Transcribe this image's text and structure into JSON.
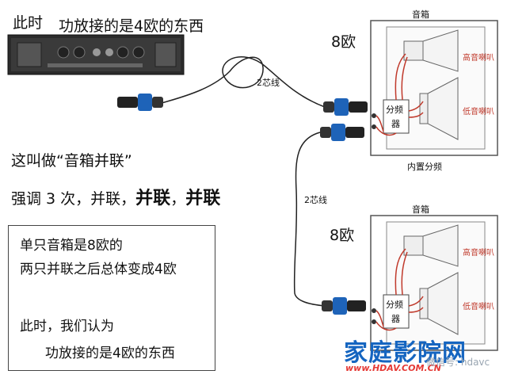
{
  "header": {
    "prefix": "此时",
    "title": "功放接的是4欧的东西"
  },
  "cable_top_label": "2芯线",
  "cable_mid_label": "2芯线",
  "statement": "这叫做“音箱并联”",
  "emphasis": {
    "lead": "强调 3 次，并联，",
    "bold1": "并联",
    "comma": "，",
    "bold2": "并联"
  },
  "speaker_top": {
    "ohm": "8欧",
    "title": "音箱",
    "tweeter": "高音喇叭",
    "woofer": "低音喇叭",
    "crossover_line1": "分频",
    "crossover_line2": "器",
    "caption": "内置分频"
  },
  "speaker_bottom": {
    "ohm": "8欧",
    "title": "音箱",
    "tweeter": "高音喇叭",
    "woofer": "低音喇叭",
    "crossover_line1": "分频",
    "crossover_line2": "器"
  },
  "note": {
    "line1": "单只音箱是8欧的",
    "line2": "两只并联之后总体变成4欧",
    "line3": "此时，我们认为",
    "line4": "功放接的是4欧的东西"
  },
  "watermark": {
    "brand": "家庭影院网",
    "url": "www.HDAV.COM.CN",
    "wechat": "微信号: hdavc"
  },
  "colors": {
    "wire_red": "#c0392b",
    "connector_blue": "#1e63b8",
    "watermark_blue": "#1565c0",
    "watermark_red": "#e53935"
  }
}
